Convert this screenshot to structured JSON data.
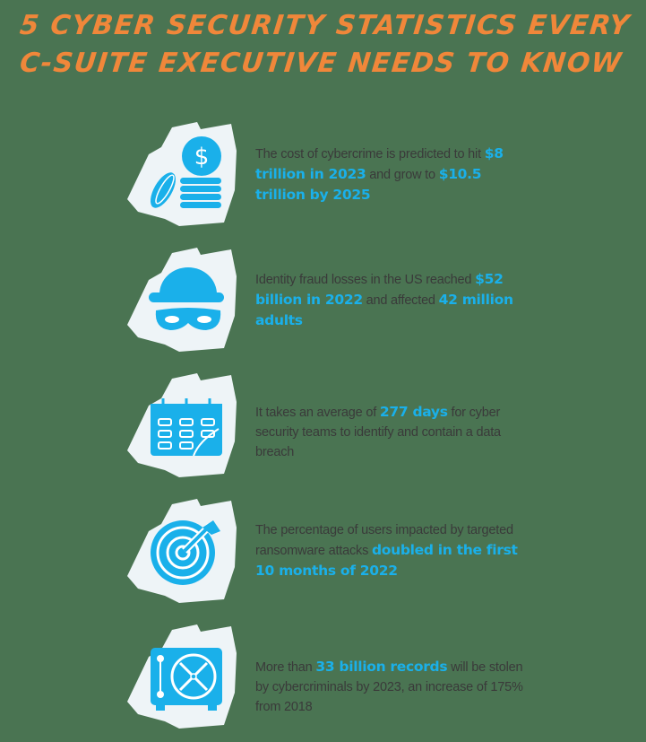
{
  "title": {
    "line1": "5 CYBER SECURITY STATISTICS EVERY",
    "line2": "C-SUITE EXECUTIVE NEEDS TO KNOW"
  },
  "colors": {
    "title": "#f0873a",
    "highlight": "#1ab0ea",
    "body_text": "#3a3a3a",
    "brush": "#eef4f7",
    "background": "#4a7452"
  },
  "stats": [
    {
      "icon": "coins-dollar-icon",
      "parts": [
        {
          "t": "The cost of cybercrime is predicted to hit "
        },
        {
          "t": "$8 trillion in 2023",
          "hl": true
        },
        {
          "t": " and grow to "
        },
        {
          "t": "$10.5 trillion by 2025",
          "hl": true
        }
      ]
    },
    {
      "icon": "masked-thief-icon",
      "parts": [
        {
          "t": "Identity fraud losses in the US reached "
        },
        {
          "t": "$52 billion in 2022",
          "hl": true
        },
        {
          "t": " and affected "
        },
        {
          "t": "42 million adults",
          "hl": true
        }
      ]
    },
    {
      "icon": "calendar-icon",
      "parts": [
        {
          "t": "It takes an average of "
        },
        {
          "t": "277 days",
          "hl": true
        },
        {
          "t": " for cyber security teams to identify and contain a data breach"
        }
      ]
    },
    {
      "icon": "target-arrow-icon",
      "parts": [
        {
          "t": "The percentage of users impacted by targeted ransomware attacks "
        },
        {
          "t": "doubled in the first 10 months of 2022",
          "hl": true
        }
      ]
    },
    {
      "icon": "safe-vault-icon",
      "parts": [
        {
          "t": "More than "
        },
        {
          "t": "33 billion records",
          "hl": true
        },
        {
          "t": " will be stolen by cybercriminals by 2023, an increase of 175% from 2018"
        }
      ]
    }
  ]
}
